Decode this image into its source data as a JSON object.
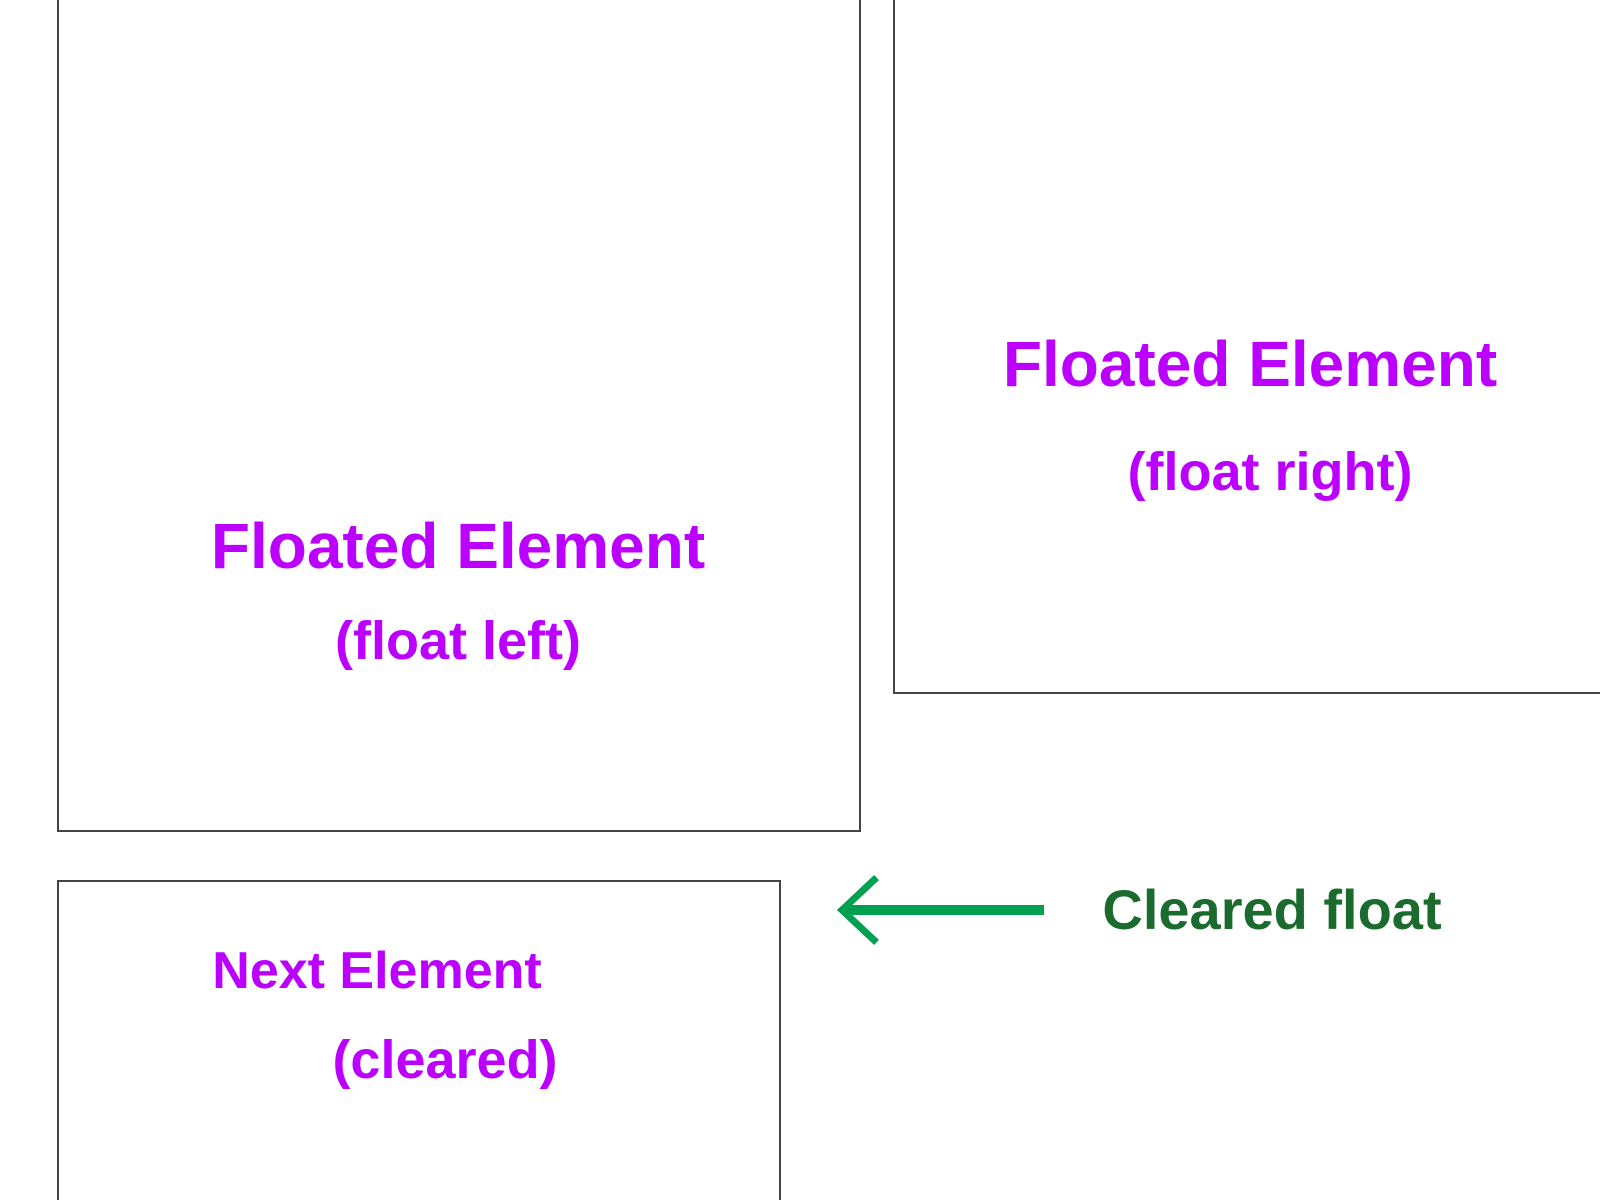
{
  "colors": {
    "element_text": "#BB00FF",
    "annotation_text": "#1B6B2E",
    "arrow": "#00A050",
    "box_border": "#444444"
  },
  "boxes": {
    "left": {
      "title": "Floated Element",
      "subtitle": "(float left)"
    },
    "right": {
      "title": "Floated Element",
      "subtitle": "(float right)"
    },
    "next": {
      "title": "Next Element",
      "subtitle": "(cleared)"
    }
  },
  "annotation": {
    "label": "Cleared float",
    "icon": "arrow-left-icon"
  }
}
